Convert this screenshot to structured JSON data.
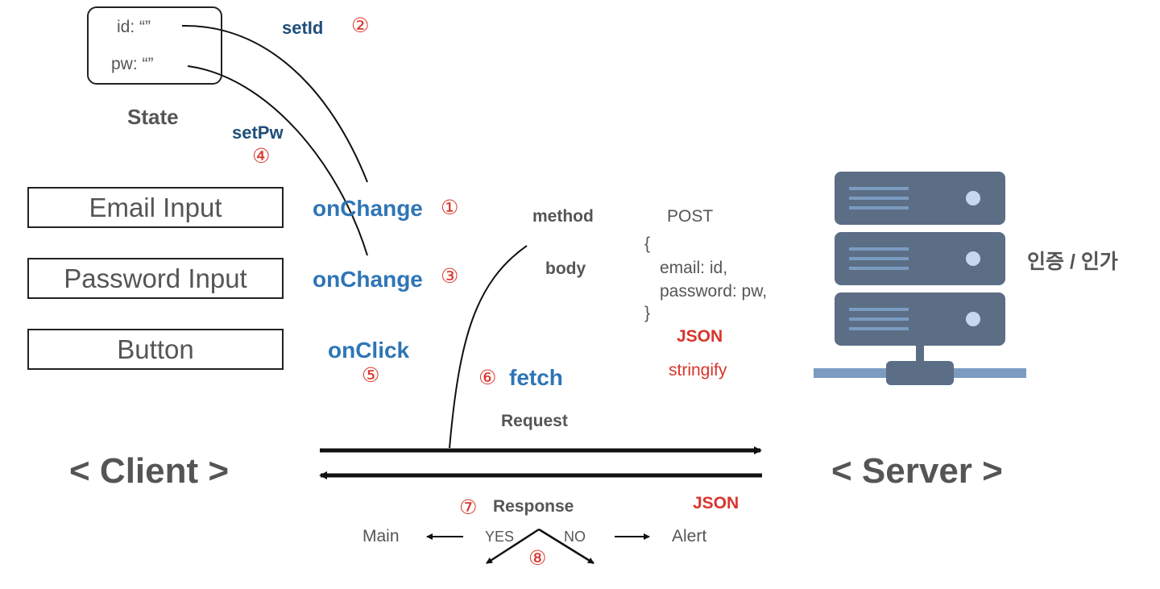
{
  "state": {
    "id_field": "id:  “”",
    "pw_field": "pw: “”",
    "label": "State"
  },
  "setters": {
    "set_id": "setId",
    "set_id_step": "②",
    "set_pw": "setPw",
    "set_pw_step": "④"
  },
  "inputs": {
    "email": "Email Input",
    "password": "Password Input",
    "button": "Button"
  },
  "events": {
    "email_on_change": "onChange",
    "email_step": "①",
    "password_on_change": "onChange",
    "password_step": "③",
    "button_on_click": "onClick",
    "button_step": "⑤"
  },
  "fetch": {
    "step": "⑥",
    "label": "fetch",
    "method_key": "method",
    "method_value": "POST",
    "body_key": "body",
    "body_open": "{",
    "body_line1": "email:  id,",
    "body_line2": "password: pw,",
    "body_close": "}",
    "json_label": "JSON",
    "stringify_label": "stringify",
    "request_label": "Request"
  },
  "response": {
    "step": "⑦",
    "label": "Response",
    "json_label": "JSON",
    "yes_label": "YES",
    "no_label": "NO",
    "branch_step": "⑧",
    "yes_target": "Main",
    "no_target": "Alert"
  },
  "client_label": "< Client >",
  "server_label": "< Server >",
  "auth_label": "인증 / 인가",
  "colors": {
    "accent_blue": "#2e75b6",
    "dark_blue": "#1f4e79",
    "step_red": "#d9342b",
    "server_body": "#5b6e86",
    "server_accent": "#7b9bc1"
  }
}
